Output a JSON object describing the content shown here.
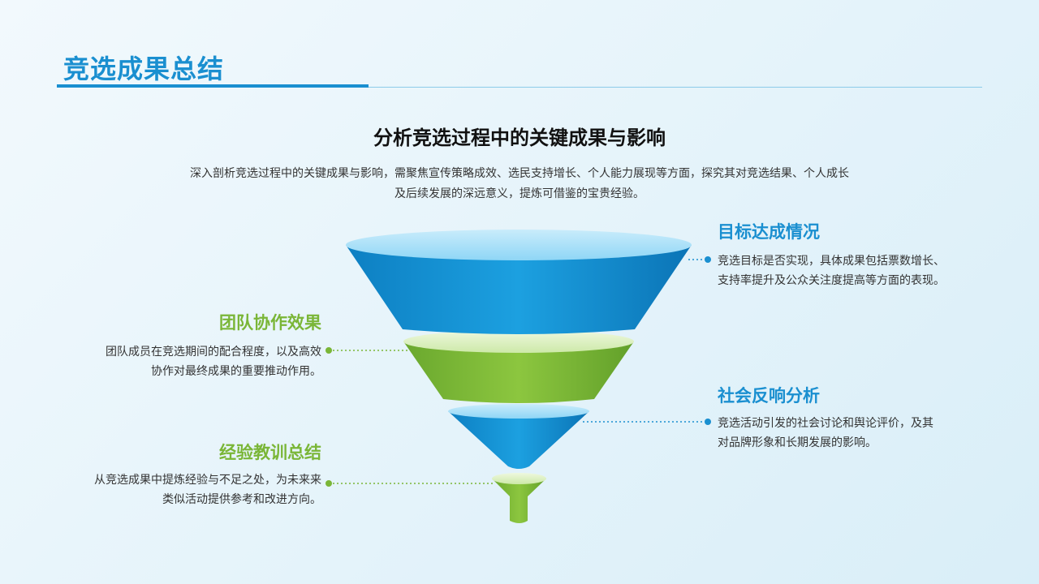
{
  "header": {
    "title": "竞选成果总结"
  },
  "subtitle": "分析竞选过程中的关键成果与影响",
  "intro": [
    "深入剖析竞选过程中的关键成果与影响，需聚焦宣传策略成效、选民支持增长、个人能力展现等方面，探究其对竞选结果、个人成长",
    "及后续发展的深远意义，提炼可借鉴的宝贵经验。"
  ],
  "items": {
    "goal": {
      "title": "目标达成情况",
      "lines": [
        "竞选目标是否实现，具体成果包括票数增长、",
        "支持率提升及公众关注度提高等方面的表现。"
      ]
    },
    "team": {
      "title": "团队协作效果",
      "lines": [
        "团队成员在竞选期间的配合程度，以及高效",
        "协作对最终成果的重要推动作用。"
      ]
    },
    "social": {
      "title": "社会反响分析",
      "lines": [
        "竞选活动引发的社会讨论和舆论评价，及其",
        "对品牌形象和长期发展的影响。"
      ]
    },
    "lesson": {
      "title": "经验教训总结",
      "lines": [
        "从竞选成果中提炼经验与不足之处，为未来来",
        "类似活动提供参考和改进方向。"
      ]
    }
  },
  "colors": {
    "blue": "#1a8fd0",
    "green": "#7ab637",
    "background": "#eaf6fc"
  }
}
